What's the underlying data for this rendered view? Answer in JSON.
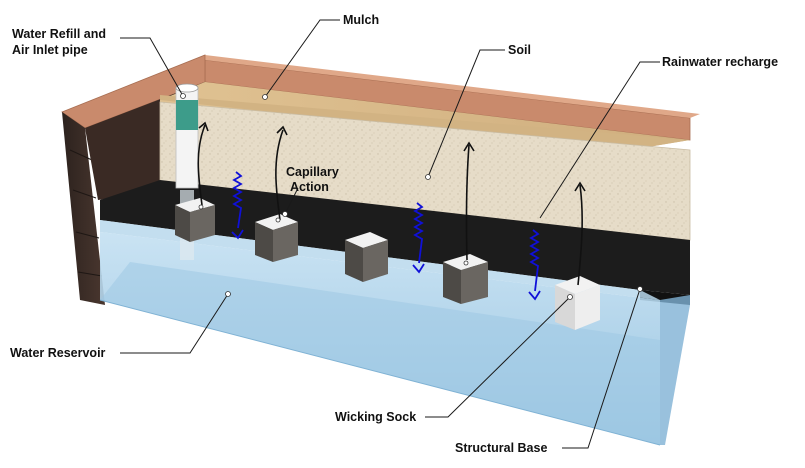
{
  "labels": {
    "water_refill_line1": "Water Refill and",
    "water_refill_line2": "Air Inlet pipe",
    "mulch": "Mulch",
    "soil": "Soil",
    "rainwater_recharge": "Rainwater recharge",
    "capillary_line1": "Capillary",
    "capillary_line2": "Action",
    "water_reservoir": "Water Reservoir",
    "wicking_sock": "Wicking Sock",
    "structural_base": "Structural Base"
  },
  "colors": {
    "frame_wood": "#c98a6c",
    "frame_dark": "#3a2a24",
    "mulch": "#d9b98a",
    "soil": "#e6dcc8",
    "membrane": "#1c1c1c",
    "water": "#a9cde6",
    "water_edge": "#7fb2d4",
    "wick_block": "#5e5a55",
    "pipe_band": "#3d9c8a",
    "rain_arrows": "#1010d8"
  },
  "icons": {
    "capillary_arrow": "arrow-up-icon",
    "rain_arrow": "wavy-arrow-down-icon"
  }
}
